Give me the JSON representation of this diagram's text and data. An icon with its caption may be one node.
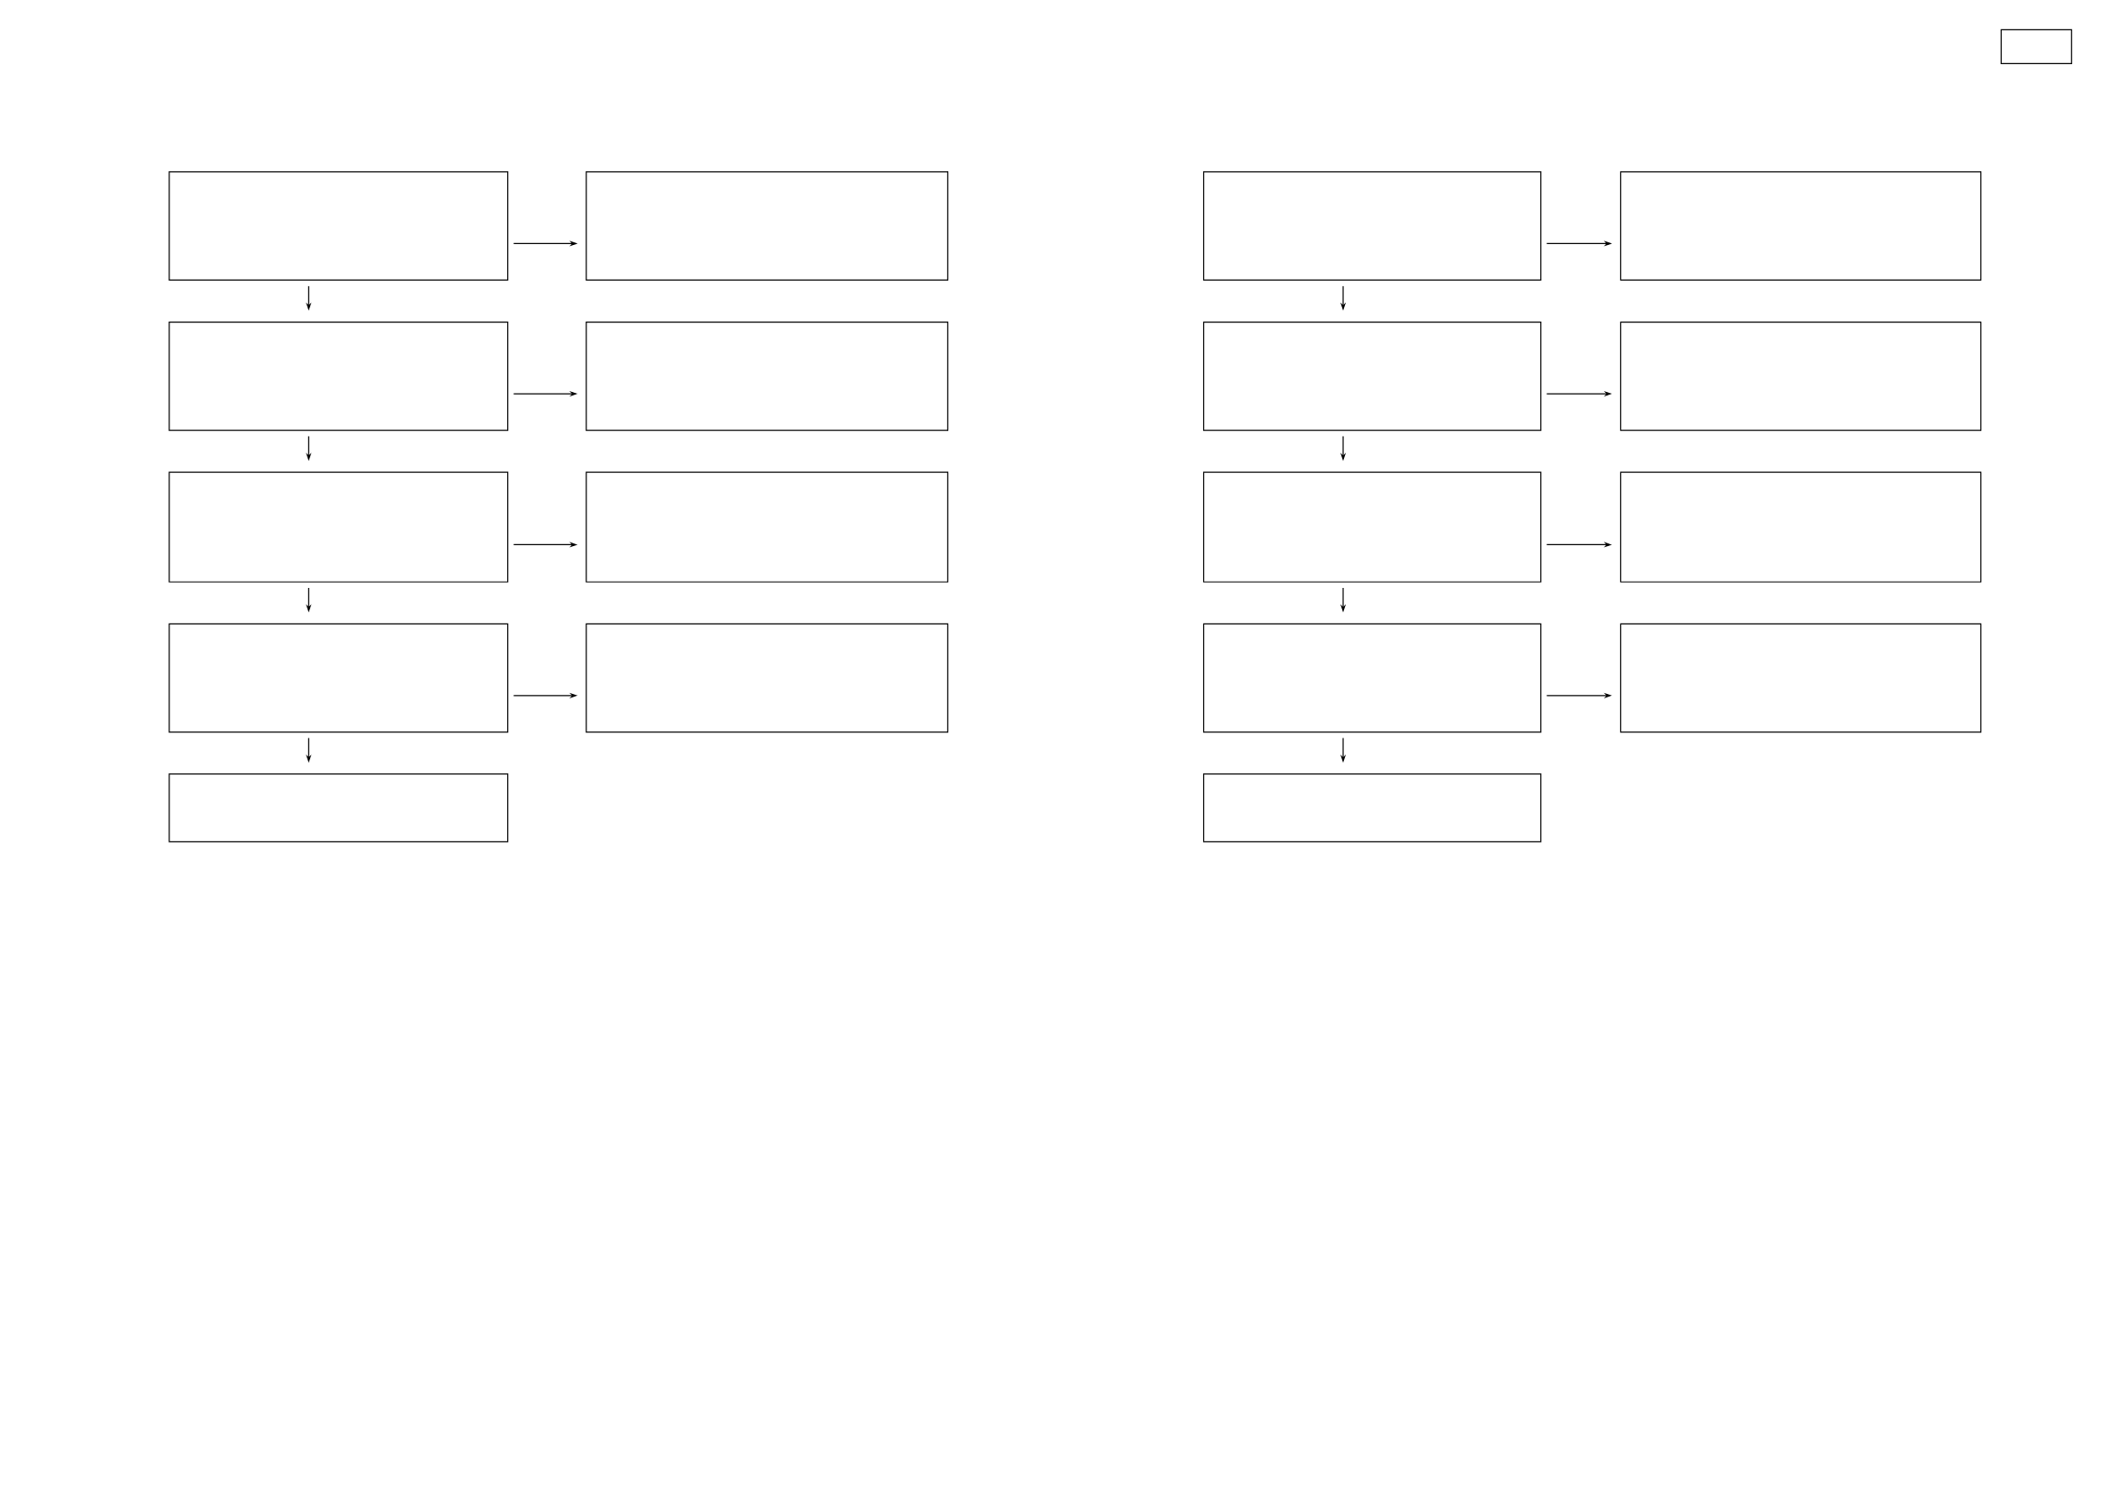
{
  "diagram": {
    "nodes": [
      {
        "text": [],
        "shape": "box"
      },
      {
        "text": [],
        "shape": "box"
      },
      {
        "text": [],
        "shape": "box"
      },
      {
        "text": [],
        "shape": "box"
      },
      {
        "text": [],
        "shape": "box"
      },
      {
        "text": [],
        "shape": "box"
      },
      {
        "text": [],
        "shape": "box"
      },
      {
        "text": [],
        "shape": "box"
      },
      {
        "text": [],
        "shape": "box"
      },
      {
        "text": [],
        "shape": "box"
      },
      {
        "text": [],
        "shape": "box"
      },
      {
        "text": [],
        "shape": "box"
      },
      {
        "text": [],
        "shape": "box"
      },
      {
        "text": [],
        "shape": "box"
      },
      {
        "text": [],
        "shape": "box"
      },
      {
        "text": [],
        "shape": "box"
      },
      {
        "text": [],
        "shape": "box"
      },
      {
        "text": [],
        "shape": "box"
      },
      {
        "text": [],
        "shape": "box"
      }
    ],
    "edges": [
      {
        "from": 0,
        "to": 1,
        "arrow": "to"
      },
      {
        "from": 1,
        "to": 2,
        "arrow": "to"
      },
      {
        "from": 2,
        "to": 3,
        "arrow": "to"
      },
      {
        "from": 3,
        "to": 4,
        "arrow": "to"
      },
      {
        "from": 0,
        "to": 5,
        "arrow": "to"
      },
      {
        "from": 1,
        "to": 6,
        "arrow": "to"
      },
      {
        "from": 2,
        "to": 7,
        "arrow": "to"
      },
      {
        "from": 3,
        "to": 8,
        "arrow": "to"
      },
      {
        "from": 9,
        "to": 10,
        "arrow": "to"
      },
      {
        "from": 10,
        "to": 11,
        "arrow": "to"
      },
      {
        "from": 11,
        "to": 12,
        "arrow": "to"
      },
      {
        "from": 12,
        "to": 13,
        "arrow": "to"
      },
      {
        "from": 9,
        "to": 14,
        "arrow": "to"
      },
      {
        "from": 10,
        "to": 15,
        "arrow": "to"
      },
      {
        "from": 11,
        "to": 16,
        "arrow": "to"
      },
      {
        "from": 12,
        "to": 17,
        "arrow": "to"
      }
    ]
  }
}
